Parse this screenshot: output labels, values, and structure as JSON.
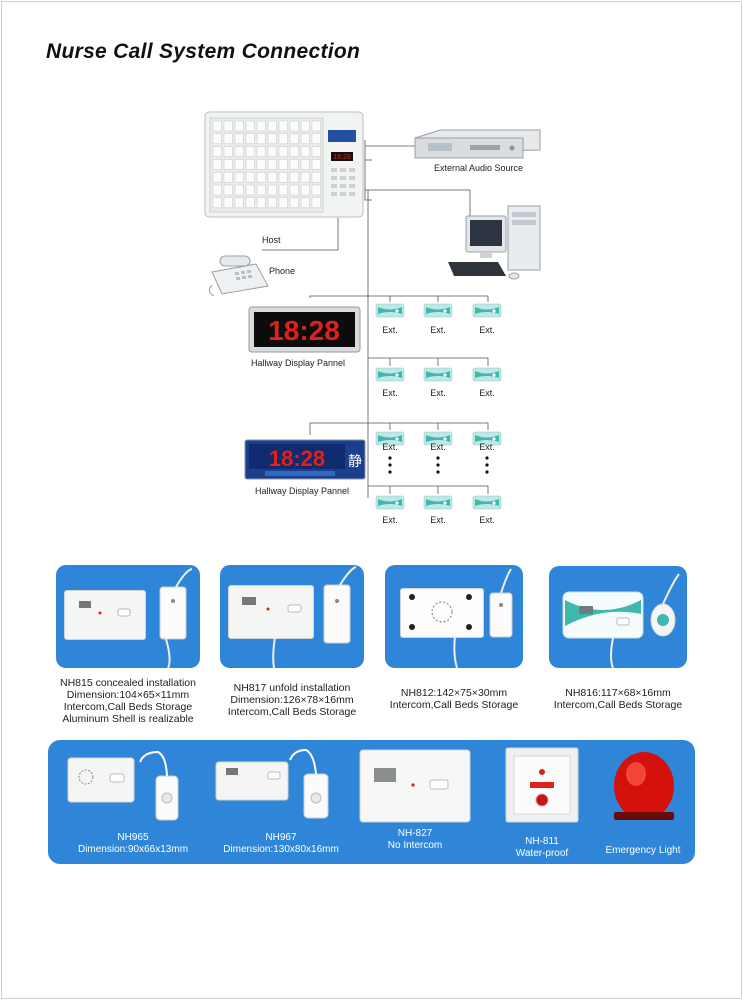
{
  "title": "Nurse Call System Connection",
  "diagram": {
    "host_label": "Host",
    "phone_label": "Phone",
    "external_audio_label": "External Audio Source",
    "hallway_display_1_label": "Hallway Display Pannel",
    "hallway_display_2_label": "Hallway Display Pannel",
    "display_1_time": "18:28",
    "display_2_time": "18:28",
    "display_2_char": "静",
    "ext_label": "Ext."
  },
  "products_row1": [
    {
      "lines": [
        "NH815 concealed installation",
        "Dimension:104×65×11mm",
        "Intercom,Call Beds Storage",
        "Aluminum Shell is realizable"
      ]
    },
    {
      "lines": [
        "NH817 unfold installation",
        "Dimension:126×78×16mm",
        "Intercom,Call Beds Storage"
      ]
    },
    {
      "lines": [
        "NH812:142×75×30mm",
        "Intercom,Call Beds Storage"
      ]
    },
    {
      "lines": [
        "NH816:117×68×16mm",
        "Intercom,Call Beds Storage"
      ]
    }
  ],
  "products_row2": [
    {
      "lines": [
        "NH965",
        "Dimension:90x66x13mm"
      ]
    },
    {
      "lines": [
        "NH967",
        "Dimension:130x80x16mm"
      ]
    },
    {
      "lines": [
        "NH-827",
        "No Intercom"
      ]
    },
    {
      "lines": [
        "NH-811",
        "Water-proof"
      ]
    },
    {
      "lines": [
        "Emergency  Light"
      ]
    }
  ],
  "colors": {
    "accent_blue": "#2f86d8",
    "led_red": "#e0201a",
    "teal": "#3fb8b0"
  }
}
